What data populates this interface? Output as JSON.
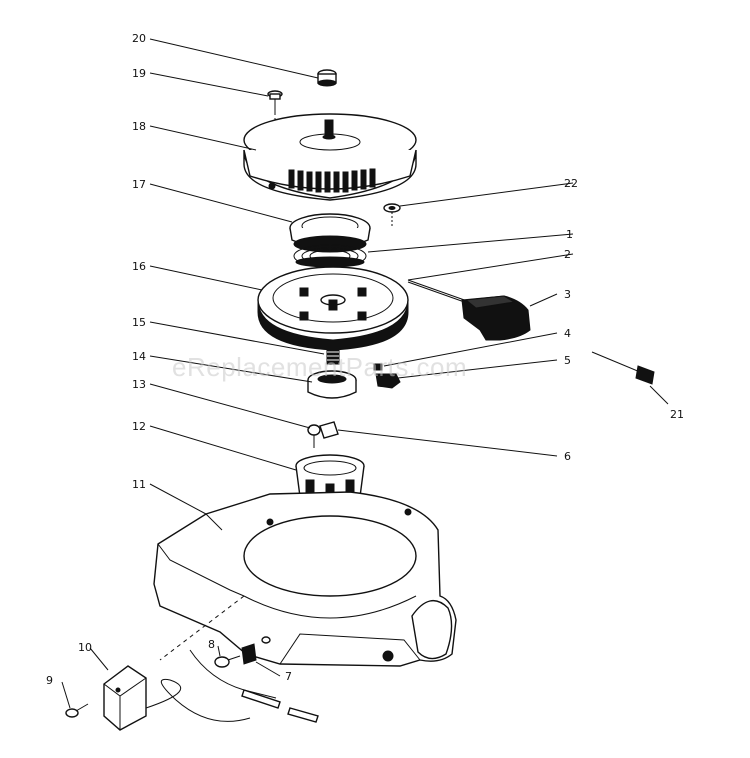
{
  "watermark": "eReplacementParts.com",
  "callouts": [
    {
      "id": "c20",
      "label": "20"
    },
    {
      "id": "c19",
      "label": "19"
    },
    {
      "id": "c18",
      "label": "18"
    },
    {
      "id": "c17",
      "label": "17"
    },
    {
      "id": "c22",
      "label": "22"
    },
    {
      "id": "c1",
      "label": "1"
    },
    {
      "id": "c2",
      "label": "2"
    },
    {
      "id": "c16",
      "label": "16"
    },
    {
      "id": "c3",
      "label": "3"
    },
    {
      "id": "c15",
      "label": "15"
    },
    {
      "id": "c4",
      "label": "4"
    },
    {
      "id": "c14",
      "label": "14"
    },
    {
      "id": "c5",
      "label": "5"
    },
    {
      "id": "c13",
      "label": "13"
    },
    {
      "id": "c21",
      "label": "21"
    },
    {
      "id": "c12",
      "label": "12"
    },
    {
      "id": "c6",
      "label": "6"
    },
    {
      "id": "c11",
      "label": "11"
    },
    {
      "id": "c10",
      "label": "10"
    },
    {
      "id": "c8",
      "label": "8"
    },
    {
      "id": "c7",
      "label": "7"
    },
    {
      "id": "c9",
      "label": "9"
    }
  ]
}
